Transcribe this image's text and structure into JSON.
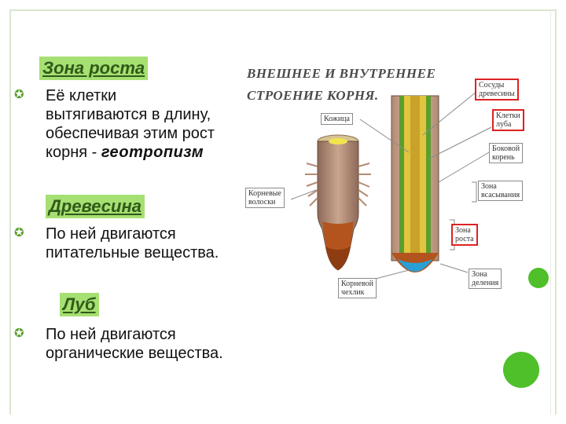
{
  "section_1": {
    "heading": "Зона роста",
    "line_1": "Её клетки",
    "line_2": "вытягиваются в длину,",
    "line_3": "обеспечивая этим рост",
    "line_4_prefix": "корня - ",
    "line_4_emph": "геотропизм"
  },
  "section_2": {
    "heading": "Древесина",
    "line_1": "По ней двигаются",
    "line_2": "питательные вещества."
  },
  "section_3": {
    "heading": "Луб",
    "line_1": "По ней двигаются",
    "line_2": "органические вещества."
  },
  "diagram": {
    "title_1": "ВНЕШНЕЕ И ВНУТРЕННЕЕ",
    "title_2": "СТРОЕНИЕ КОРНЯ.",
    "labels": {
      "vessels_1": "Сосуды",
      "vessels_2": "древесины",
      "skin": "Кожица",
      "phloem_1": "Клетки",
      "phloem_2": "луба",
      "lateral_1": "Боковой",
      "lateral_2": "корень",
      "hairs_1": "Корневые",
      "hairs_2": "волоски",
      "absorb_1": "Зона",
      "absorb_2": "всасывания",
      "growth_1": "Зона",
      "growth_2": "роста",
      "division_1": "Зона",
      "division_2": "деления",
      "cap_1": "Корневой",
      "cap_2": "чехлик"
    }
  },
  "colors": {
    "accent": "#a6df72",
    "dot": "#4fbf2a",
    "marker": "#5a9e2e"
  }
}
